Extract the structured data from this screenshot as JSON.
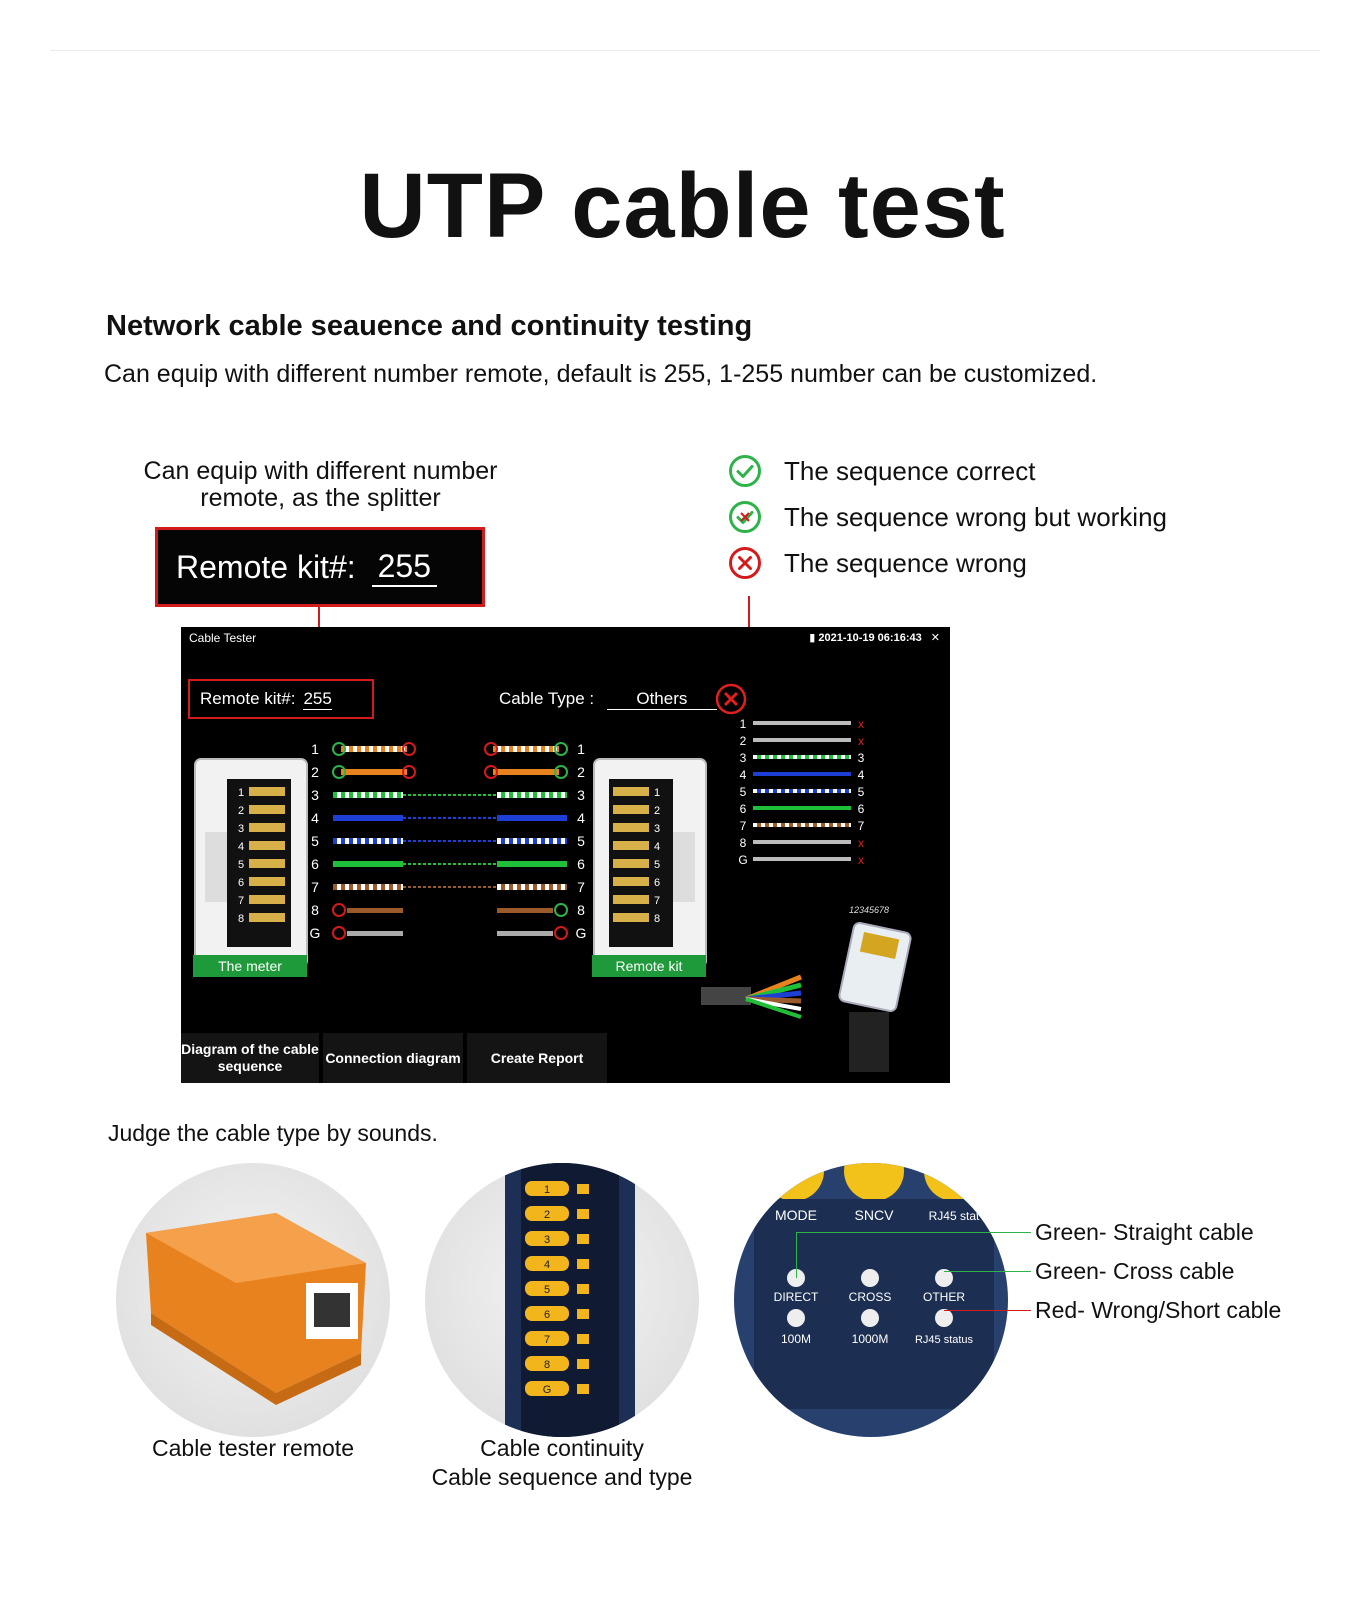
{
  "title": "UTP cable test",
  "heading": "Network cable seauence and continuity testing",
  "subtext": "Can equip with different number remote, default is 255,   1-255 number can be customized.",
  "splitter_note": [
    "Can equip with different number",
    "remote, as the splitter"
  ],
  "remote_kit": {
    "label": "Remote kit#:",
    "number": "255"
  },
  "legend": [
    {
      "icon": "check-circle-icon",
      "text": "The sequence correct",
      "color": "#2db34a"
    },
    {
      "icon": "cross-check-circle-icon",
      "text": "The sequence wrong but working",
      "color": "#2db34a"
    },
    {
      "icon": "x-circle-icon",
      "text": "The sequence wrong",
      "color": "#d41b1b"
    }
  ],
  "screen": {
    "app_title": "Cable Tester",
    "datetime": "2021-10-19 06:16:43",
    "close": "✕",
    "kit_label": "Remote kit#:",
    "kit_number": "255",
    "cable_type_label": "Cable Type :",
    "cable_type_value": "Others",
    "meter_label": "The meter",
    "remote_label": "Remote kit",
    "pins": [
      "1",
      "2",
      "3",
      "4",
      "5",
      "6",
      "7",
      "8",
      "G"
    ],
    "jack_pins": [
      "1",
      "2",
      "3",
      "4",
      "5",
      "6",
      "7",
      "8"
    ],
    "right_left_pins": [
      "1",
      "2",
      "3",
      "4",
      "5",
      "6",
      "7",
      "8",
      "G"
    ],
    "right_right_pins": [
      "x",
      "x",
      "3",
      "4",
      "5",
      "6",
      "7",
      "x",
      "x"
    ],
    "plug_code": "12345678",
    "tabs": [
      {
        "label": "Diagram of the cable sequence"
      },
      {
        "label": "Connection diagram"
      },
      {
        "label": "Create Report"
      }
    ]
  },
  "sounds_note": "Judge the cable type by sounds.",
  "device_panel": {
    "buttons": [
      "MODE",
      "SNCV",
      "RJ45 stat"
    ],
    "row1": [
      "DIRECT",
      "CROSS",
      "OTHER"
    ],
    "row2": [
      "100M",
      "1000M",
      "RJ45 status"
    ],
    "bar_pins": [
      "1",
      "2",
      "3",
      "4",
      "5",
      "6",
      "7",
      "8",
      "G"
    ]
  },
  "led_notes": [
    {
      "text": "Green- Straight cable",
      "color": "#2db34a"
    },
    {
      "text": "Green- Cross cable",
      "color": "#2db34a"
    },
    {
      "text": "Red- Wrong/Short cable",
      "color": "#d41b1b"
    }
  ],
  "captions": {
    "remote": "Cable tester remote",
    "continuity_1": "Cable continuity",
    "continuity_2": "Cable sequence and type"
  }
}
